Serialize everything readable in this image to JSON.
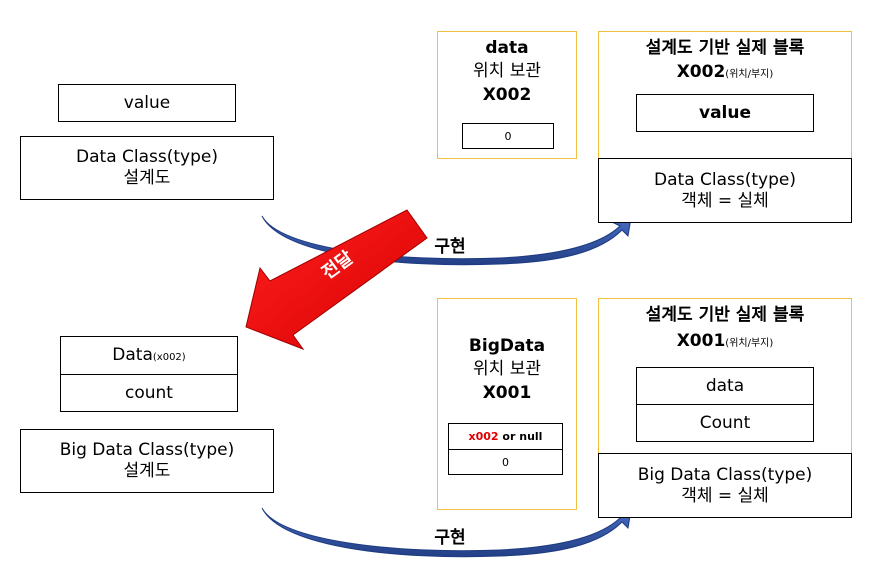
{
  "left_top": {
    "value_label": "value",
    "class_line1": "Data Class(type)",
    "class_line2": "설계도"
  },
  "left_bottom": {
    "field1_main": "Data",
    "field1_sub": "(x002)",
    "field2": "count",
    "class_line1": "Big Data Class(type)",
    "class_line2": "설계도"
  },
  "storage_top": {
    "name": "data",
    "label": "위치 보관",
    "address": "X002",
    "cell": "0"
  },
  "storage_bottom": {
    "name": "BigData",
    "label": "위치 보관",
    "address": "X001",
    "cell1_ref": "x002",
    "cell1_rest": " or null",
    "cell2": "0"
  },
  "instance_top": {
    "title": "설계도 기반 실제 블록",
    "address": "X002",
    "address_note": "(위치/부지)",
    "field": "value",
    "class_line1": "Data Class(type)",
    "class_line2": "객체 = 실체"
  },
  "instance_bottom": {
    "title": "설계도 기반 실제 블록",
    "address": "X001",
    "address_note": "(위치/부지)",
    "field1": "data",
    "field2": "Count",
    "class_line1": "Big Data Class(type)",
    "class_line2": "객체 = 실체"
  },
  "arrows": {
    "implement_top": "구현",
    "implement_bottom": "구현",
    "transfer": "전달"
  },
  "colors": {
    "arrow_blue": "#2f55b0",
    "arrow_red": "#ff0000",
    "yellow_border": "#f0c040",
    "highlight_red": "#e00000"
  }
}
